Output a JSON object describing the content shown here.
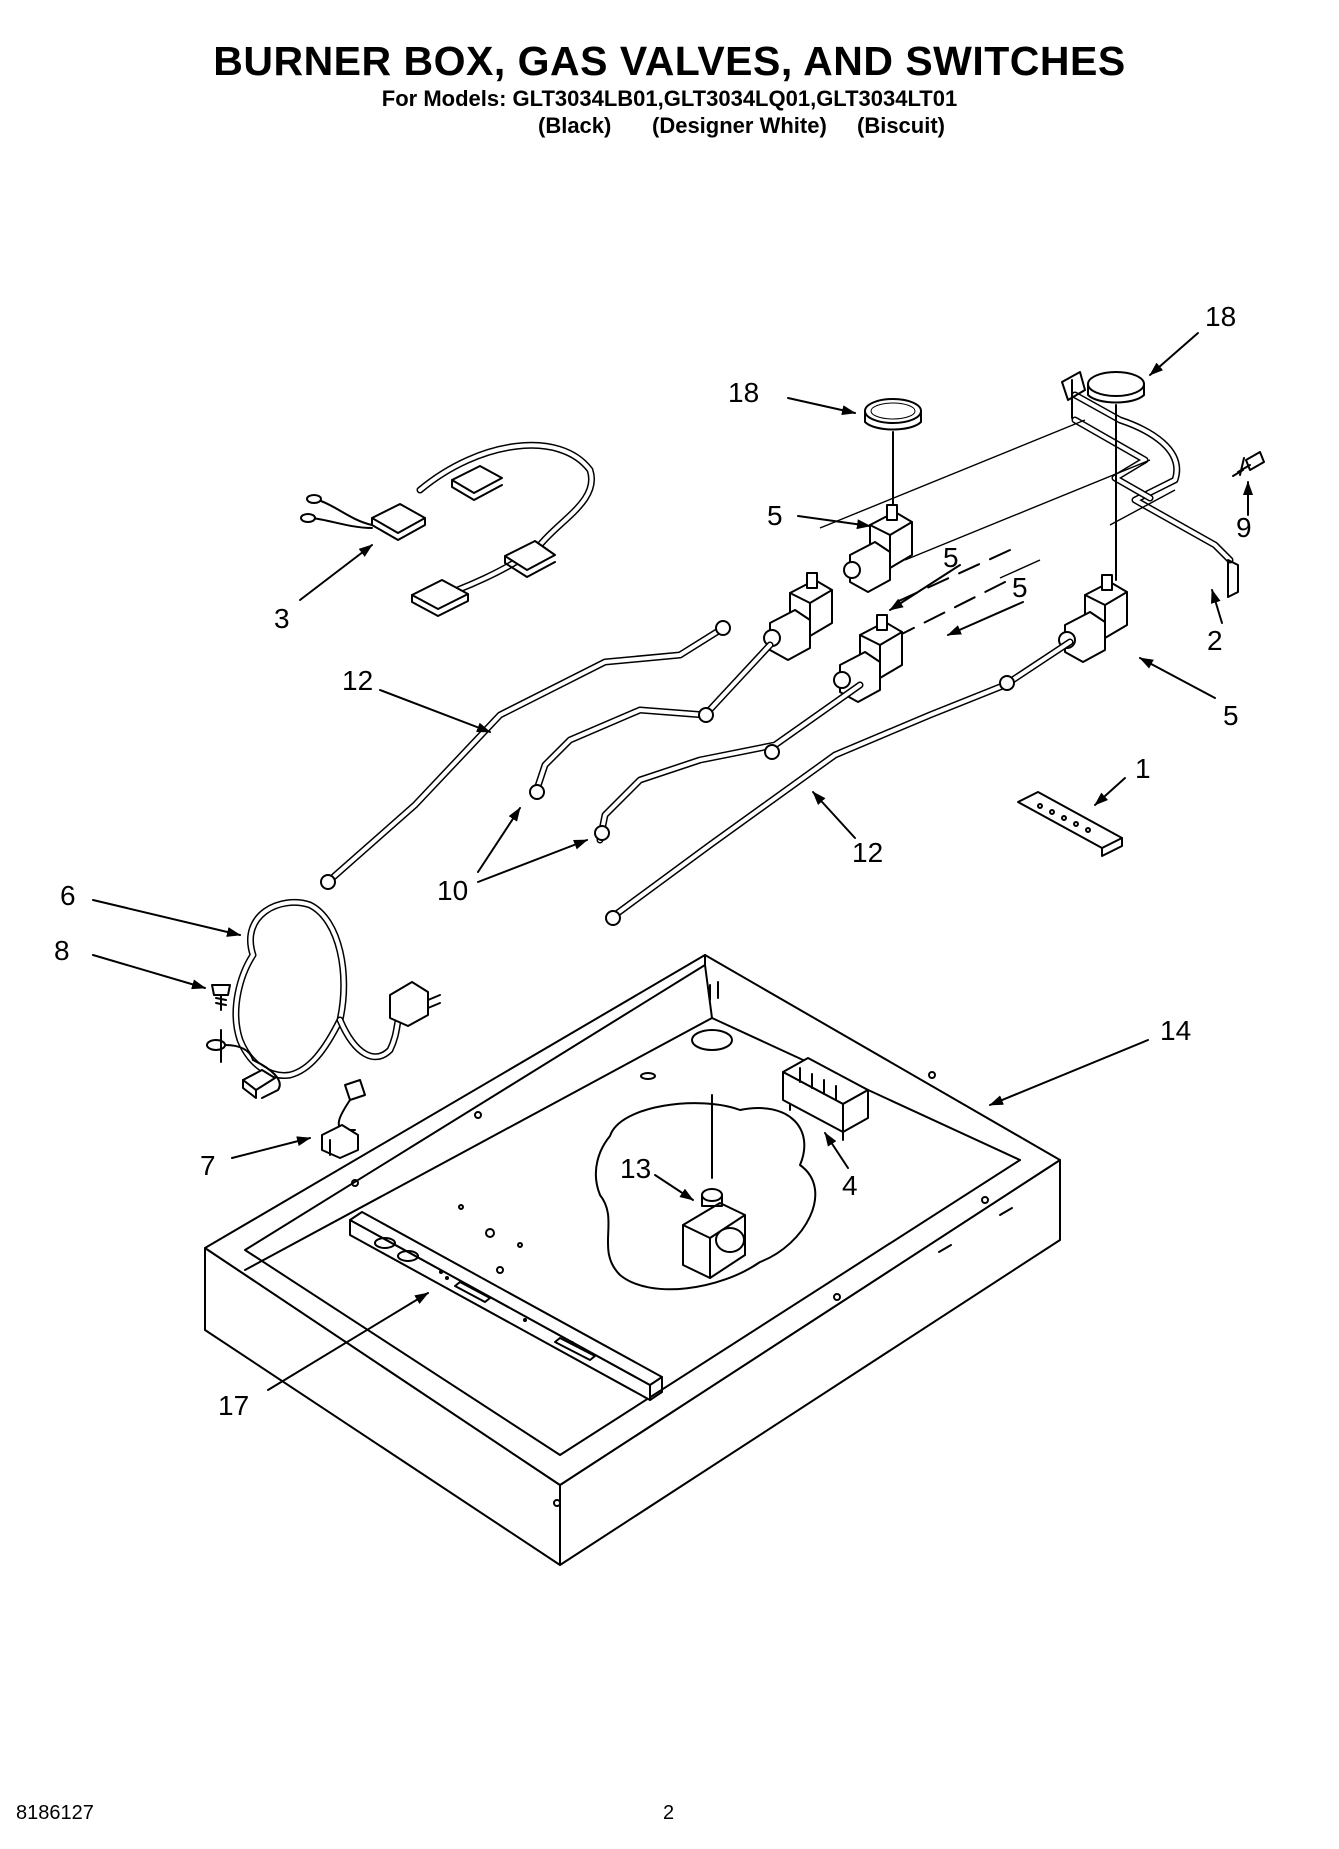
{
  "header": {
    "title": "BURNER BOX, GAS VALVES, AND SWITCHES",
    "models_line": "For Models: GLT3034LB01,GLT3034LQ01,GLT3034LT01",
    "variants": [
      "(Black)",
      "(Designer White)",
      "(Biscuit)"
    ]
  },
  "callouts": {
    "c1": "1",
    "c2": "2",
    "c3": "3",
    "c4": "4",
    "c5a": "5",
    "c5b": "5",
    "c5c": "5",
    "c5d": "5",
    "c6": "6",
    "c7": "7",
    "c8": "8",
    "c9": "9",
    "c10": "10",
    "c12a": "12",
    "c12b": "12",
    "c13": "13",
    "c14": "14",
    "c17": "17",
    "c18a": "18",
    "c18b": "18"
  },
  "footer": {
    "doc_number": "8186127",
    "page_number": "2"
  }
}
